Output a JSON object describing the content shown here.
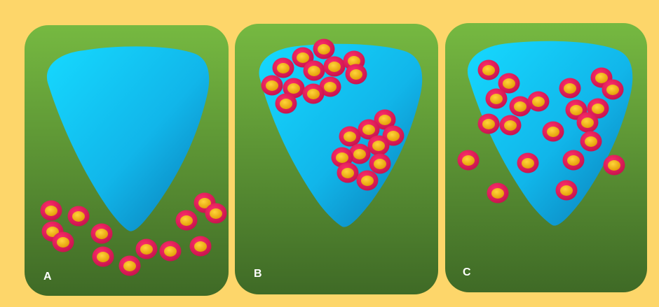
{
  "colors": {
    "background": "#fdd66a",
    "panel_top": "#76b941",
    "panel_bottom": "#3f6a26",
    "basin_light": "#11d2ff",
    "basin_dark": "#0b86c2",
    "cell_outer": "#e01a5b",
    "cell_nucleus": "#f1b415",
    "label_text": "#ffffff"
  },
  "panels": [
    {
      "id": "A",
      "label": "A"
    },
    {
      "id": "B",
      "label": "B"
    },
    {
      "id": "C",
      "label": "C"
    }
  ]
}
